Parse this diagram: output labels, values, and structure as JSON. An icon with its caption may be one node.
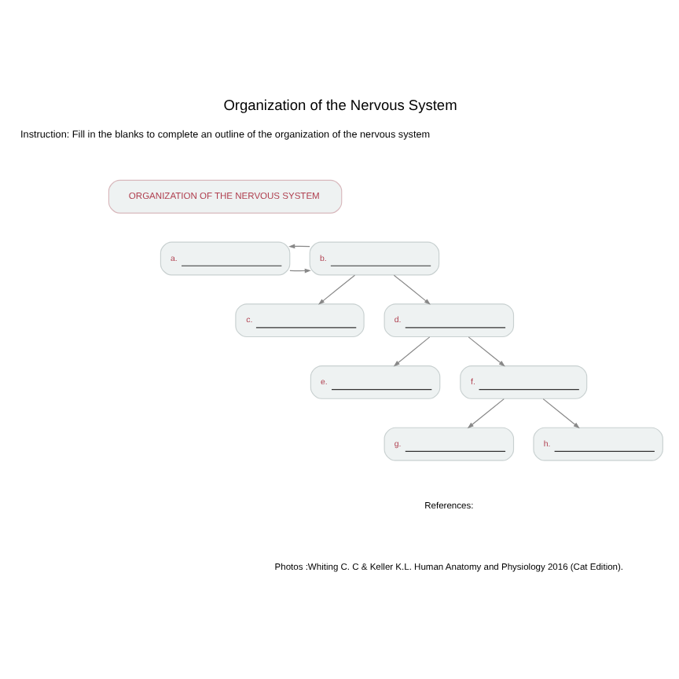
{
  "diagram": {
    "title": "Organization of the Nervous System",
    "nodes": [
      {
        "text": [
          "ORGANIZATION OF THE NERVOUS SYSTEM"
        ]
      },
      {
        "text": [
          "a."
        ]
      },
      {
        "text": [
          "b."
        ]
      },
      {
        "text": [
          "c."
        ]
      },
      {
        "text": [
          "d."
        ]
      },
      {
        "text": [
          "e."
        ]
      },
      {
        "text": [
          "f."
        ]
      },
      {
        "text": [
          "g."
        ]
      },
      {
        "text": [
          "h."
        ]
      }
    ],
    "edges": [
      {
        "from": 1,
        "to": 2,
        "arrow": "to"
      },
      {
        "from": 2,
        "to": 1,
        "arrow": "to"
      },
      {
        "from": 2,
        "to": 3,
        "arrow": "to"
      },
      {
        "from": 2,
        "to": 4,
        "arrow": "to"
      },
      {
        "from": 4,
        "to": 5,
        "arrow": "to"
      },
      {
        "from": 4,
        "to": 6,
        "arrow": "to"
      },
      {
        "from": 6,
        "to": 7,
        "arrow": "to"
      },
      {
        "from": 6,
        "to": 8,
        "arrow": "to"
      }
    ],
    "labels": [
      "Instruction: Fill in the blanks to complete an outline of the organization of the nervous system",
      "References:",
      "Photos :Whiting C. C & Keller K.L. Human Anatomy and Physiology 2016 (Cat Edition)."
    ]
  }
}
